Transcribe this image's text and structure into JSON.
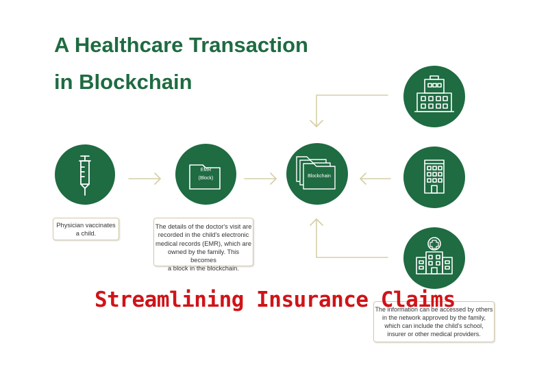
{
  "title_line1": "A Healthcare Transaction",
  "title_line2": "in Blockchain",
  "nodes": {
    "emr_label": "EMR",
    "emr_sublabel": "(Block)",
    "blockchain_label": "Blockchain"
  },
  "boxes": {
    "physician": [
      "Physician vaccinates",
      "a child."
    ],
    "emr": [
      "The details of the doctor's visit are",
      "recorded in the child's electronic",
      "medical records (EMR), which are",
      "owned by the family. This becomes",
      "a block in the blockchain."
    ],
    "network": [
      "The information can be accessed by others",
      "in the network approved by the family,",
      "which can include the child's school,",
      "insurer or other medical providers."
    ]
  },
  "overlay_text": "Streamlining Insurance Claims",
  "icons": [
    "syringe-icon",
    "folder-icon",
    "stacked-folders-icon",
    "school-building-icon",
    "office-building-icon",
    "hospital-icon"
  ],
  "colors": {
    "primary_green": "#1f6b42",
    "arrow": "#d6cda6",
    "overlay_red": "#cf1418"
  }
}
